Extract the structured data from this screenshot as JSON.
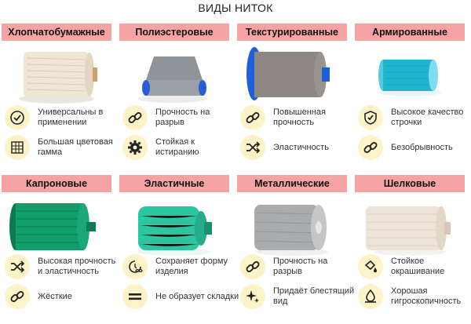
{
  "title": "ВИДЫ НИТОК",
  "colors": {
    "label_bg": "#f6a3a3",
    "icon_circle": "#fdf3c8"
  },
  "cards": [
    {
      "label": "Хлопчатобумажные",
      "features": [
        {
          "icon": "check-circle-icon",
          "text": "Универсальны в применении"
        },
        {
          "icon": "palette-icon",
          "text": "Большая цветовая гамма"
        }
      ]
    },
    {
      "label": "Полиэстеровые",
      "features": [
        {
          "icon": "chain-link-icon",
          "text": "Прочность на разрыв"
        },
        {
          "icon": "gear-icon",
          "text": "Стойкая к истиранию"
        }
      ]
    },
    {
      "label": "Текстурированные",
      "features": [
        {
          "icon": "chain-link-icon",
          "text": "Повышенная прочность"
        },
        {
          "icon": "shuffle-icon",
          "text": "Эластичность"
        }
      ]
    },
    {
      "label": "Армированные",
      "features": [
        {
          "icon": "shield-check-icon",
          "text": "Высокое качество строчки"
        },
        {
          "icon": "chain-link-icon",
          "text": "Безобрывность"
        }
      ]
    },
    {
      "label": "Капроновые",
      "features": [
        {
          "icon": "shuffle-icon",
          "text": "Высокая прочность и эластичность"
        },
        {
          "icon": "chain-link-icon",
          "text": "Жёсткие"
        }
      ]
    },
    {
      "label": "Эластичные",
      "features": [
        {
          "icon": "infinity-clock-icon",
          "text": "Сохраняет форму изделия"
        },
        {
          "icon": "equals-icon",
          "text": "Не образует складки"
        }
      ]
    },
    {
      "label": "Металлические",
      "features": [
        {
          "icon": "chain-link-icon",
          "text": "Прочность на разрыв"
        },
        {
          "icon": "sparkle-icon",
          "text": "Придаёт блестящий вид"
        }
      ]
    },
    {
      "label": "Шелковые",
      "features": [
        {
          "icon": "paint-drop-icon",
          "text": "Стойкое окрашивание"
        },
        {
          "icon": "hygroscopic-icon",
          "text": "Хорошая гигроскопичность"
        }
      ]
    }
  ]
}
